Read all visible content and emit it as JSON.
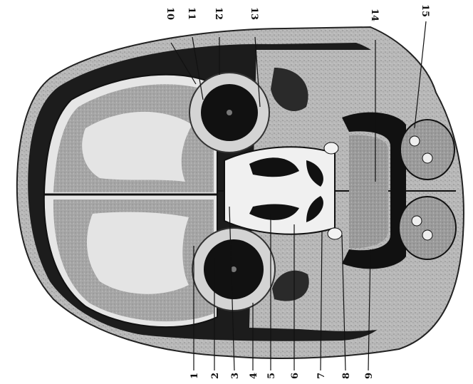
{
  "figure": {
    "labels_bottom": [
      "1",
      "2",
      "3",
      "4",
      "5",
      "6",
      "7",
      "8",
      "9"
    ],
    "labels_top": [
      "10",
      "11",
      "12",
      "13",
      "14",
      "15"
    ]
  }
}
